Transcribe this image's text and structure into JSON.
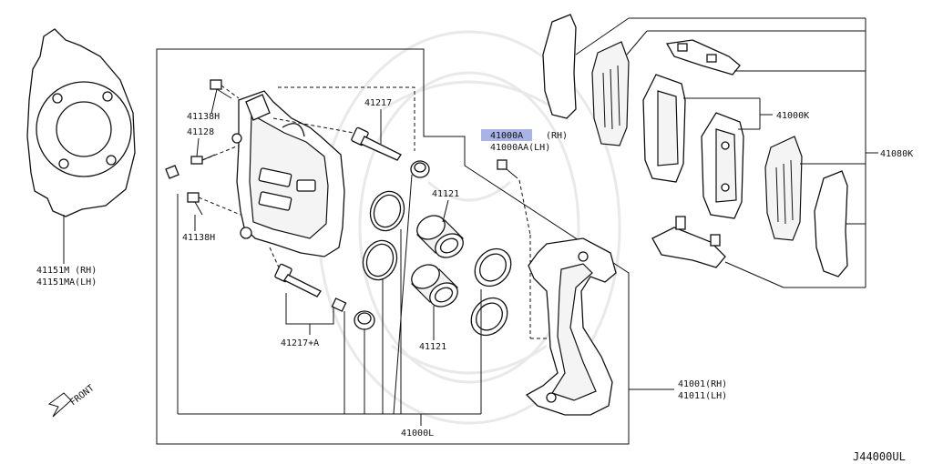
{
  "diagram_code": "J44000UL",
  "front_label": "FRONT",
  "highlight_color": "#a9b3e6",
  "callouts": {
    "backing_plate": [
      "41151M (RH)",
      "41151MA(LH)"
    ],
    "bolt_upper": "41138H",
    "bleeder": "41128",
    "bolt_lower": "41138H",
    "pin_upper": "41217",
    "pin_lower": "41217+A",
    "piston_top": "41121",
    "piston_bottom": "41121",
    "caliper_assy": "41000L",
    "caliper_rh": "41000A",
    "caliper_rh_suffix": "(RH)",
    "caliper_lh": "41000AA(LH)",
    "pad_kit": "41000K",
    "pad_set": "41080K",
    "torque_member": [
      "41001(RH)",
      "41011(LH)"
    ]
  }
}
